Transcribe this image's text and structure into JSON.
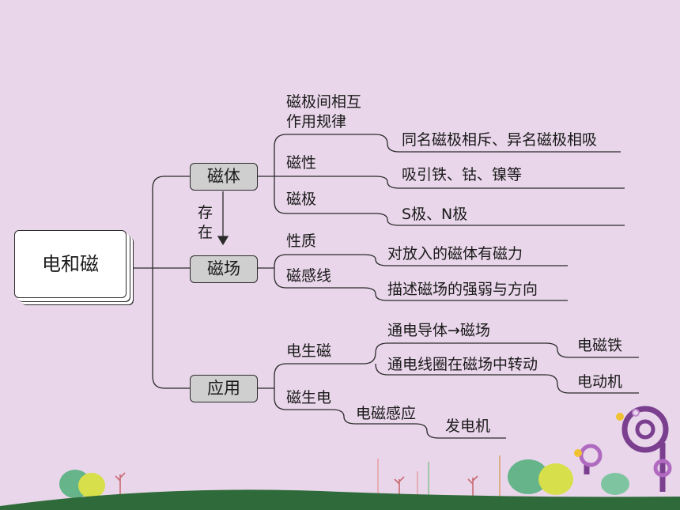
{
  "root": "电和磁",
  "nodes": {
    "magnet": "磁体",
    "field": "磁场",
    "application": "应用",
    "exist_1": "存",
    "exist_2": "在"
  },
  "magnet_branch": {
    "interaction_line1": "磁极间相互",
    "interaction_line2": "作用规律",
    "interaction_rule": "同名磁极相斥、异名磁极相吸",
    "magnetism": "磁性",
    "magnetism_detail": "吸引铁、钴、镍等",
    "poles": "磁极",
    "poles_detail": "S极、N极"
  },
  "field_branch": {
    "property": "性质",
    "property_detail": "对放入的磁体有磁力",
    "field_lines": "磁感线",
    "field_lines_detail": "描述磁场的强弱与方向"
  },
  "application_branch": {
    "electricity_to_magnetism": "电生磁",
    "conductor": "通电导体→磁场",
    "electromagnet": "电磁铁",
    "coil": "通电线圈在磁场中转动",
    "motor": "电动机",
    "magnetism_to_electricity": "磁生电",
    "induction": "电磁感应",
    "generator": "发电机"
  },
  "colors": {
    "background": "#e9d6ea",
    "box_fill": "#cfcfcf",
    "ground": "#2f6b3a",
    "accent_purple": "#7b3f8f"
  }
}
